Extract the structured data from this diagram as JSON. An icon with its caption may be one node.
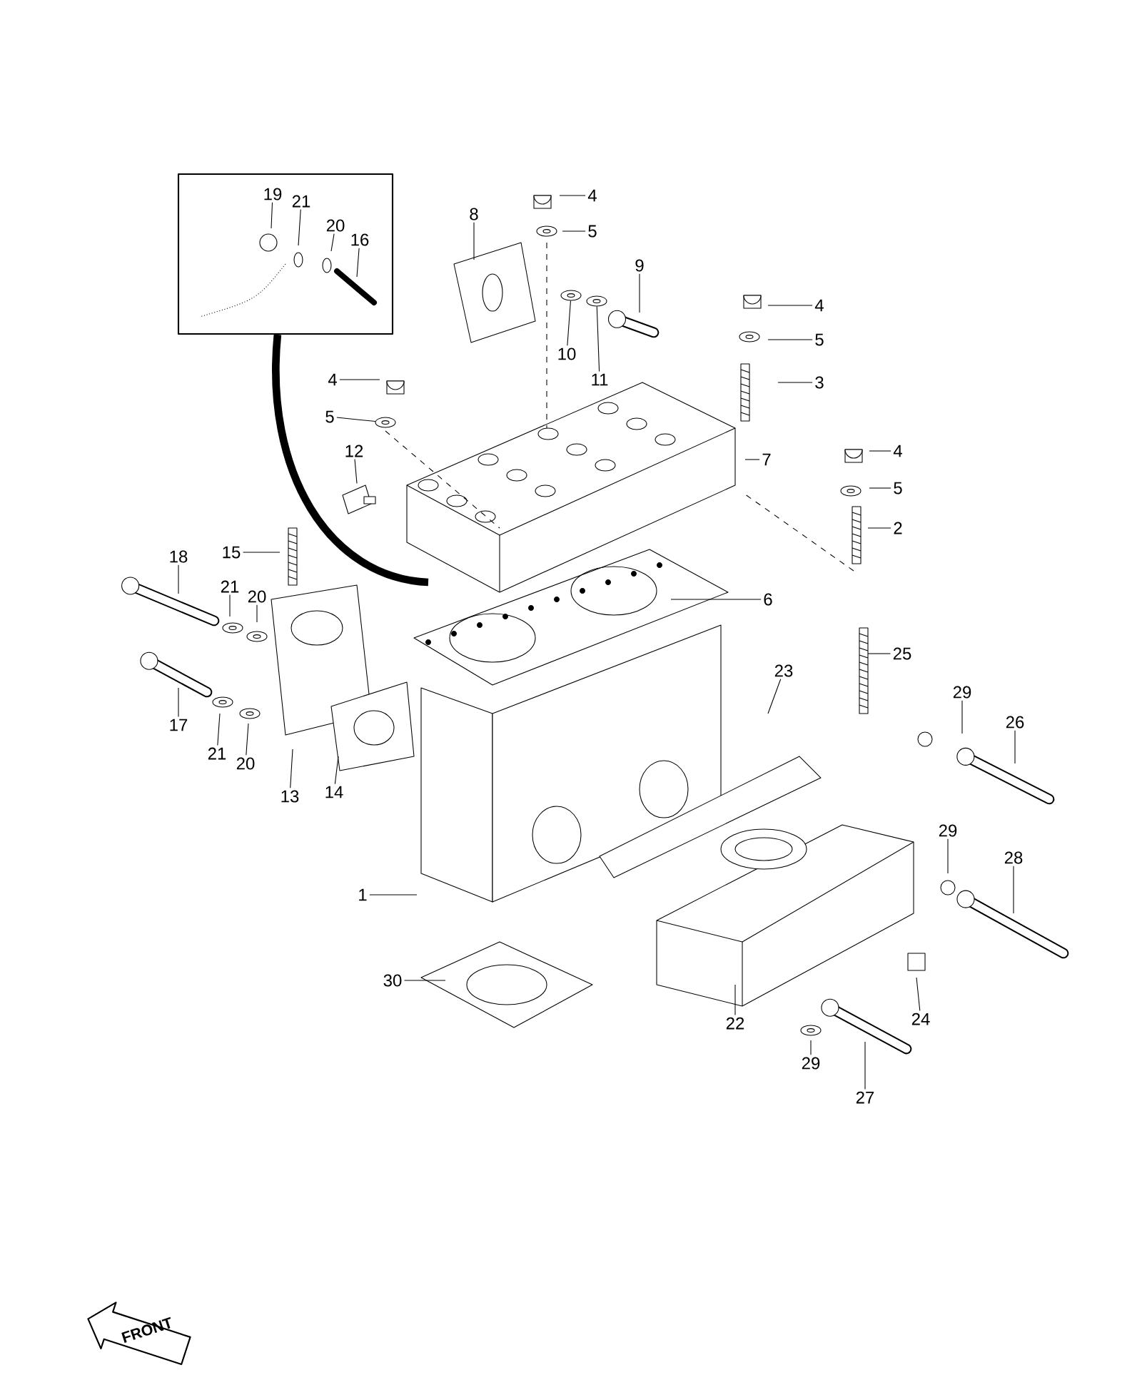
{
  "diagram": {
    "nodes": [
      {
        "text": [],
        "shape": "box"
      },
      {
        "text": [
          "19"
        ],
        "in": 0
      },
      {
        "text": [
          "21"
        ],
        "in": 0
      },
      {
        "text": [
          "20"
        ],
        "in": 0
      },
      {
        "text": [
          "16"
        ],
        "in": 0
      },
      {
        "text": [
          "4"
        ]
      },
      {
        "text": [
          "8"
        ]
      },
      {
        "text": [
          "5"
        ]
      },
      {
        "text": [
          "9"
        ]
      },
      {
        "text": [
          "4"
        ]
      },
      {
        "text": [
          "5"
        ]
      },
      {
        "text": [
          "10"
        ]
      },
      {
        "text": [
          "11"
        ]
      },
      {
        "text": [
          "4"
        ]
      },
      {
        "text": [
          "3"
        ]
      },
      {
        "text": [
          "5"
        ]
      },
      {
        "text": [
          "12"
        ]
      },
      {
        "text": [
          "4"
        ]
      },
      {
        "text": [
          "7"
        ]
      },
      {
        "text": [
          "5"
        ]
      },
      {
        "text": [
          "2"
        ]
      },
      {
        "text": [
          "15"
        ]
      },
      {
        "text": [
          "18"
        ]
      },
      {
        "text": [
          "21"
        ]
      },
      {
        "text": [
          "20"
        ]
      },
      {
        "text": [
          "6"
        ]
      },
      {
        "text": [
          "25"
        ]
      },
      {
        "text": [
          "23"
        ]
      },
      {
        "text": [
          "29"
        ]
      },
      {
        "text": [
          "26"
        ]
      },
      {
        "text": [
          "17"
        ]
      },
      {
        "text": [
          "21"
        ]
      },
      {
        "text": [
          "20"
        ]
      },
      {
        "text": [
          "14"
        ]
      },
      {
        "text": [
          "13"
        ]
      },
      {
        "text": [
          "29"
        ]
      },
      {
        "text": [
          "28"
        ]
      },
      {
        "text": [
          "1"
        ]
      },
      {
        "text": [
          "30"
        ]
      },
      {
        "text": [
          "24"
        ]
      },
      {
        "text": [
          "22"
        ]
      },
      {
        "text": [
          "29"
        ]
      },
      {
        "text": [
          "27"
        ]
      },
      {
        "text": [],
        "shape": "picture"
      },
      {
        "text": [],
        "shape": "picture"
      },
      {
        "text": [],
        "shape": "picture"
      },
      {
        "text": [],
        "shape": "picture"
      }
    ],
    "edges": [
      {
        "from": 1,
        "to": null,
        "arrow": "none"
      },
      {
        "from": 2,
        "to": null,
        "arrow": "none"
      },
      {
        "from": 3,
        "to": null,
        "arrow": "none"
      },
      {
        "from": 4,
        "to": null,
        "arrow": "none"
      },
      {
        "from": 5,
        "to": null,
        "arrow": "none"
      },
      {
        "from": 6,
        "to": null,
        "arrow": "none"
      },
      {
        "from": 7,
        "to": null,
        "arrow": "none"
      },
      {
        "from": 8,
        "to": null,
        "arrow": "none"
      },
      {
        "from": 9,
        "to": null,
        "arrow": "none"
      },
      {
        "from": 10,
        "to": null,
        "arrow": "none"
      },
      {
        "from": 11,
        "to": 43,
        "arrow": "none"
      },
      {
        "from": 12,
        "to": 44,
        "arrow": "none"
      },
      {
        "from": 13,
        "to": null,
        "arrow": "none"
      },
      {
        "from": 14,
        "to": null,
        "arrow": "none"
      },
      {
        "from": 15,
        "to": 45,
        "arrow": "none"
      },
      {
        "from": 16,
        "to": 46,
        "arrow": "none"
      },
      {
        "from": 17,
        "to": null,
        "arrow": "none"
      },
      {
        "from": 18,
        "to": null,
        "arrow": "none"
      },
      {
        "from": 19,
        "to": null,
        "arrow": "none"
      },
      {
        "from": 20,
        "to": null,
        "arrow": "none"
      },
      {
        "from": 21,
        "to": null,
        "arrow": "none"
      },
      {
        "from": 22,
        "to": null,
        "arrow": "none"
      },
      {
        "from": 23,
        "to": null,
        "arrow": "none"
      },
      {
        "from": 24,
        "to": null,
        "arrow": "none"
      },
      {
        "from": 25,
        "to": null,
        "arrow": "none"
      },
      {
        "from": 26,
        "to": null,
        "arrow": "none"
      },
      {
        "from": 27,
        "to": null,
        "arrow": "none"
      },
      {
        "from": 28,
        "to": null,
        "arrow": "none"
      },
      {
        "from": 29,
        "to": null,
        "arrow": "none"
      },
      {
        "from": 30,
        "to": null,
        "arrow": "none"
      },
      {
        "from": 31,
        "to": null,
        "arrow": "none"
      },
      {
        "from": 32,
        "to": null,
        "arrow": "none"
      },
      {
        "from": 33,
        "to": null,
        "arrow": "none"
      },
      {
        "from": 34,
        "to": null,
        "arrow": "none"
      },
      {
        "from": 35,
        "to": null,
        "arrow": "none"
      },
      {
        "from": 36,
        "to": null,
        "arrow": "none"
      },
      {
        "from": 37,
        "to": null,
        "arrow": "none"
      },
      {
        "from": 38,
        "to": null,
        "arrow": "none"
      },
      {
        "from": 39,
        "to": null,
        "arrow": "none"
      },
      {
        "from": 40,
        "to": null,
        "arrow": "none"
      },
      {
        "from": 41,
        "to": null,
        "arrow": "none"
      },
      {
        "from": 42,
        "to": null,
        "arrow": "none"
      },
      {
        "from": 0,
        "to": null,
        "arrow": "none",
        "style": "thick"
      }
    ],
    "labels": [
      "FRONT"
    ]
  }
}
